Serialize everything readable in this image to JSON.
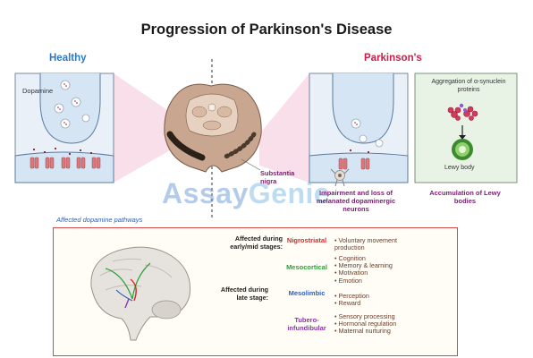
{
  "title": "Progression of Parkinson's Disease",
  "healthy_label": "Healthy",
  "parkinsons_label": "Parkinson's",
  "dopamine_label": "Dopamine",
  "substantia_nigra_label": "Substantia nigra",
  "impairment_caption": "Impairment and loss of melanated dopaminergic neurons",
  "aggregation_label": "Aggregation of α-synuclein proteins",
  "lewy_body_label": "Lewy body",
  "accumulation_caption": "Accumulation of Lewy bodies",
  "watermark": {
    "part1": "Assay",
    "part2": "Genie"
  },
  "pathways_title": "Affected dopamine pathways",
  "stages": {
    "early": "Affected during early/mid stages:",
    "late": "Affected during late stage:"
  },
  "pathways": [
    {
      "name": "Nigrostriatal",
      "color": "#d62828",
      "functions": [
        "• Voluntary movement production"
      ]
    },
    {
      "name": "Mesocortical",
      "color": "#2e9e3c",
      "functions": [
        "• Cognition",
        "• Memory & learning",
        "• Motivation",
        "• Emotion"
      ]
    },
    {
      "name": "Mesolimbic",
      "color": "#2f5fb3",
      "functions": [
        "• Perception",
        "• Reward"
      ]
    },
    {
      "name": "Tubero-infundibular",
      "color": "#8a35b0",
      "functions": [
        "• Sensory processing",
        "• Hormonal regulation",
        "• Maternal nurturing"
      ]
    }
  ],
  "colors": {
    "healthy": "#2f78c4",
    "parkinsons": "#c8204a",
    "caption": "#7a1f6e",
    "frame": "#d44a4a",
    "neuron_fill": "#dbe8f5",
    "receptor": "#d9797d"
  }
}
